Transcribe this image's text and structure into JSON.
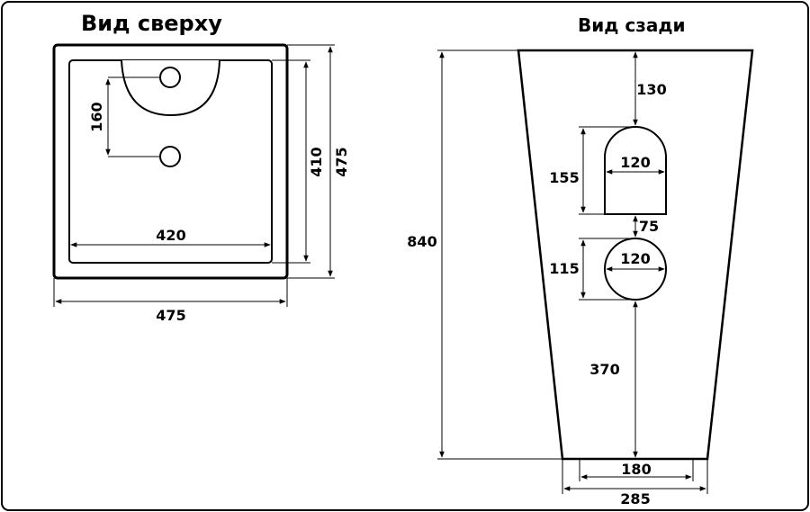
{
  "top_view": {
    "title": "Вид сверху",
    "dims": {
      "hole_spacing": "160",
      "inner_width": "420",
      "inner_depth": "410",
      "outer_depth": "475",
      "outer_width": "475"
    }
  },
  "back_view": {
    "title": "Вид сзади",
    "dims": {
      "total_height": "840",
      "top_offset": "130",
      "opening1_width": "120",
      "opening1_height": "155",
      "gap": "75",
      "opening2_width": "120",
      "opening2_height": "115",
      "bottom_offset": "370",
      "base_inner": "180",
      "base_outer": "285"
    }
  }
}
